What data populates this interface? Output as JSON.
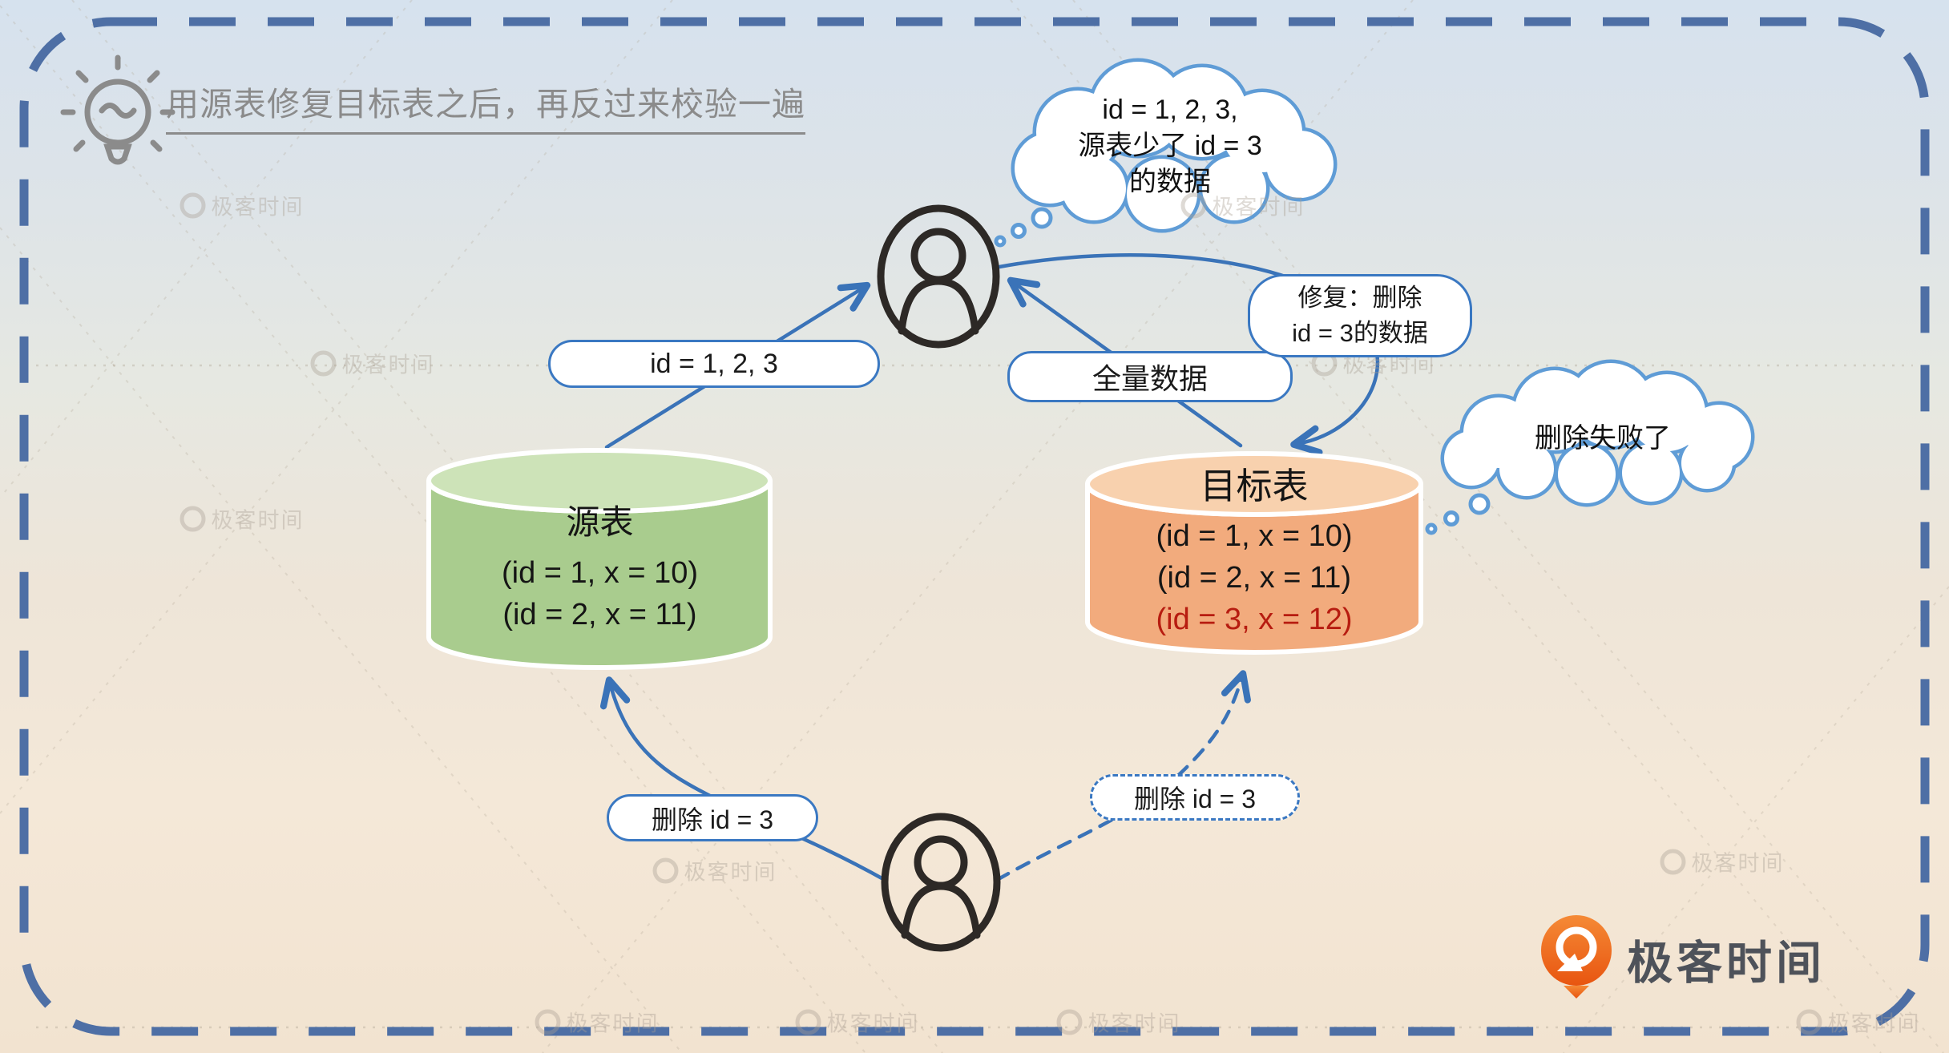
{
  "header": {
    "title": "用源表修复目标表之后，再反过来校验一遍",
    "icon": "lightbulb-icon"
  },
  "thought_clouds": {
    "source_missing": {
      "lines": [
        "id = 1, 2, 3,",
        "源表少了 id = 3",
        "的数据"
      ]
    },
    "delete_failed": {
      "text": "删除失败了"
    }
  },
  "flow_labels": {
    "ids_from_source": "id = 1, 2, 3",
    "full_data_from_target": "全量数据",
    "repair_action": {
      "lines": [
        "修复：删除",
        "id = 3的数据"
      ]
    },
    "delete_on_source": "删除 id = 3",
    "delete_on_target": "删除 id = 3"
  },
  "tables": {
    "source": {
      "title": "源表",
      "rows": [
        "(id = 1, x = 10)",
        "(id = 2, x = 11)"
      ]
    },
    "target": {
      "title": "目标表",
      "rows": [
        "(id = 1, x = 10)",
        "(id = 2, x = 11)"
      ],
      "highlight_row": "(id = 3, x = 12)"
    }
  },
  "branding": {
    "logo_text": "极客时间",
    "watermark_text": "极客时间"
  },
  "colors": {
    "border_dash": "#4e6fa5",
    "arrow_blue": "#3a73b8",
    "cloud_stroke": "#5f9cd6",
    "source_body": "#a9cc8e",
    "source_top": "#cde3b8",
    "target_body": "#f2ab7d",
    "target_top": "#f8d1ae",
    "highlight_red": "#b71c10",
    "title_gray": "#8b8b8b",
    "logo_orange": "#ec6519"
  }
}
